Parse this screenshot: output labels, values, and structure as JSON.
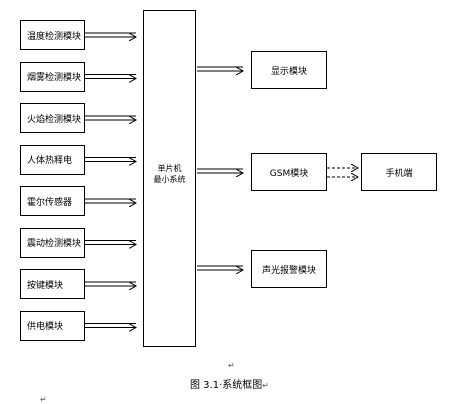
{
  "inputs": [
    "温度检测模块",
    "烟雾检测模块",
    "火焰检测模块",
    "人体热释电",
    "霍尔传感器",
    "震动检测模块",
    "按键模块",
    "供电模块"
  ],
  "mcu": {
    "line1": "单片机",
    "line2": "最小系统"
  },
  "outputs": {
    "display": "显示模块",
    "gsm": "GSM模块",
    "phone": "手机端",
    "alarm": "声光报警模块"
  },
  "caption": "图 3.1·系统框图",
  "para_mark": "↵"
}
